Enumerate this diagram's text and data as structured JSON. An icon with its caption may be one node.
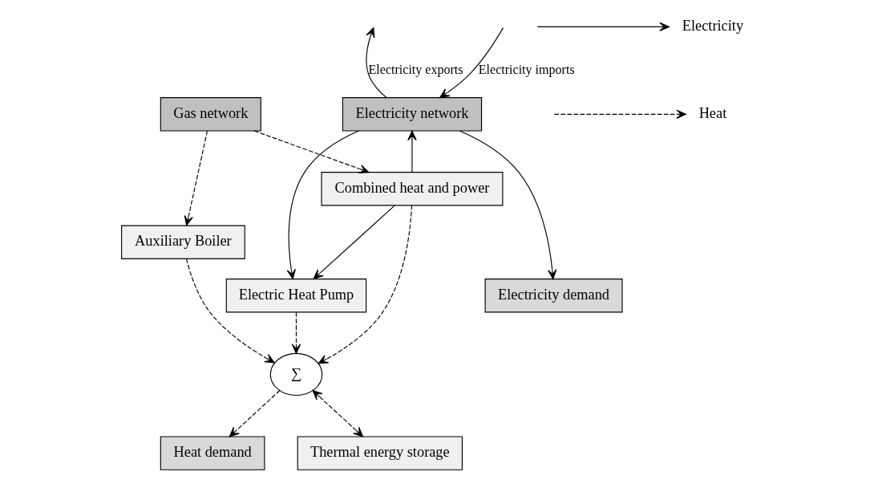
{
  "diagram": {
    "nodes": [
      {
        "text": [
          "Gas network"
        ]
      },
      {
        "text": [
          "Electricity network"
        ]
      },
      {
        "text": [
          "Combined heat and power"
        ]
      },
      {
        "text": [
          "Electric Heat Pump"
        ]
      },
      {
        "text": [
          "Electricity demand"
        ]
      },
      {
        "text": [
          "Auxiliary Boiler"
        ]
      },
      {
        "text": [
          "∑"
        ]
      },
      {
        "text": [
          "Heat demand"
        ]
      },
      {
        "text": [
          "Thermal energy storage"
        ]
      }
    ],
    "edges": [
      {
        "from": null,
        "to": 1,
        "arrow": "to",
        "label": "Electricity imports"
      },
      {
        "from": 1,
        "to": null,
        "arrow": "to",
        "label": "Electricity exports"
      },
      {
        "from": 0,
        "to": 2,
        "arrow": "to",
        "style": "dashed"
      },
      {
        "from": 0,
        "to": 5,
        "arrow": "to",
        "style": "dashed"
      },
      {
        "from": 2,
        "to": 1,
        "arrow": "to"
      },
      {
        "from": 2,
        "to": 3,
        "arrow": "to"
      },
      {
        "from": 1,
        "to": 3,
        "arrow": "to"
      },
      {
        "from": 1,
        "to": 4,
        "arrow": "to"
      },
      {
        "from": 2,
        "to": 6,
        "arrow": "to",
        "style": "dashed"
      },
      {
        "from": 3,
        "to": 6,
        "arrow": "to",
        "style": "dashed"
      },
      {
        "from": 5,
        "to": 6,
        "arrow": "to",
        "style": "dashed"
      },
      {
        "from": 6,
        "to": 7,
        "arrow": "to",
        "style": "dashed"
      },
      {
        "from": 6,
        "to": 8,
        "arrow": "both",
        "style": "dashed"
      }
    ],
    "legend": [
      {
        "text": "Electricity"
      },
      {
        "text": "Heat"
      }
    ]
  }
}
